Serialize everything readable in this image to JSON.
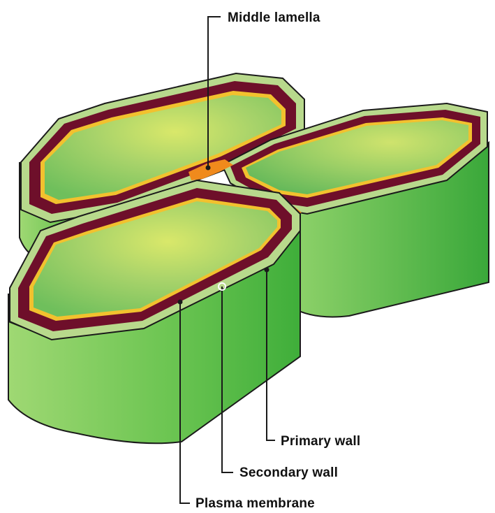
{
  "diagram": {
    "labels": {
      "middle_lamella": "Middle lamella",
      "primary_wall": "Primary wall",
      "secondary_wall": "Secondary wall",
      "plasma_membrane": "Plasma membrane"
    },
    "colors": {
      "cell_interior": "#9ed46a",
      "cell_side": "#5dbb4c",
      "secondary_wall": "#6e0f2a",
      "plasma_membrane": "#f2c12e",
      "primary_wall": "#b8d98c",
      "middle_lamella": "#f08a1c",
      "outline": "#1a1a1a",
      "background": "#ffffff"
    }
  }
}
